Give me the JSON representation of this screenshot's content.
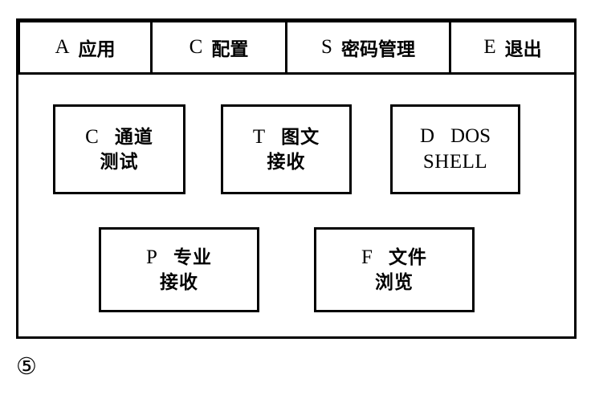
{
  "figure": {
    "caption_symbol": "⑤"
  },
  "window": {
    "title": "",
    "menu_bar": {
      "items": [
        {
          "key": "A",
          "label": "应用",
          "name": "menu-item-application"
        },
        {
          "key": "C",
          "label": "配置",
          "name": "menu-item-configuration"
        },
        {
          "key": "S",
          "label": "密码管理",
          "name": "menu-item-password-management"
        },
        {
          "key": "E",
          "label": "退出",
          "name": "menu-item-exit"
        }
      ]
    },
    "buttons": [
      {
        "key": "C",
        "line1": "通道",
        "line2": "测试",
        "name": "button-channel-test"
      },
      {
        "key": "T",
        "line1": "图文",
        "line2": "接收",
        "name": "button-graphic-text-receive"
      },
      {
        "key": "D",
        "line1": "DOS",
        "line2": "SHELL",
        "name": "button-dos-shell"
      },
      {
        "key": "P",
        "line1": "专业",
        "line2": "接收",
        "name": "button-professional-receive"
      },
      {
        "key": "F",
        "line1": "文件",
        "line2": "浏览",
        "name": "button-file-browse"
      }
    ]
  },
  "colors": {
    "ink": "#000000",
    "paper": "#ffffff"
  }
}
